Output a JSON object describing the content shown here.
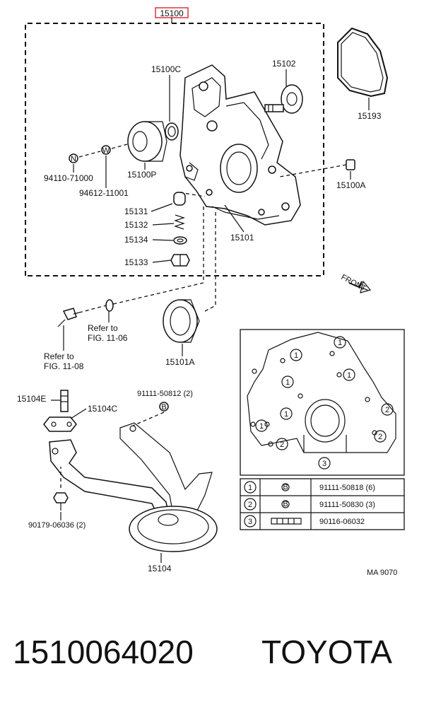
{
  "assembly_label": "15100",
  "highlight_color": "#e0303a",
  "labels": {
    "p15100C": "15100C",
    "p15102": "15102",
    "p15193": "15193",
    "p94110": "94110-71000",
    "p15100P": "15100P",
    "p94612": "94612-11001",
    "p15100A": "15100A",
    "p15131": "15131",
    "p15132": "15132",
    "p15134": "15134",
    "p15133": "15133",
    "p15101": "15101",
    "front": "FRONT",
    "refer1a": "Refer to",
    "refer1b": "FIG. 11-06",
    "refer2a": "Refer to",
    "refer2b": "FIG. 11-08",
    "p15101A": "15101A",
    "p15104E": "15104E",
    "p15104C": "15104C",
    "p91111_50812": "91111-50812 (2)",
    "p90179": "90179-06036 (2)",
    "p15104": "15104",
    "ma": "MA 9070"
  },
  "inset_markers": [
    "1",
    "2",
    "3"
  ],
  "bolt_table": [
    {
      "num": "1",
      "part": "91111-50818 (6)"
    },
    {
      "num": "2",
      "part": "91111-50830 (3)"
    },
    {
      "num": "3",
      "part": "90116-06032"
    }
  ],
  "footer": {
    "part_number": "1510064020",
    "brand": "TOYOTA"
  }
}
